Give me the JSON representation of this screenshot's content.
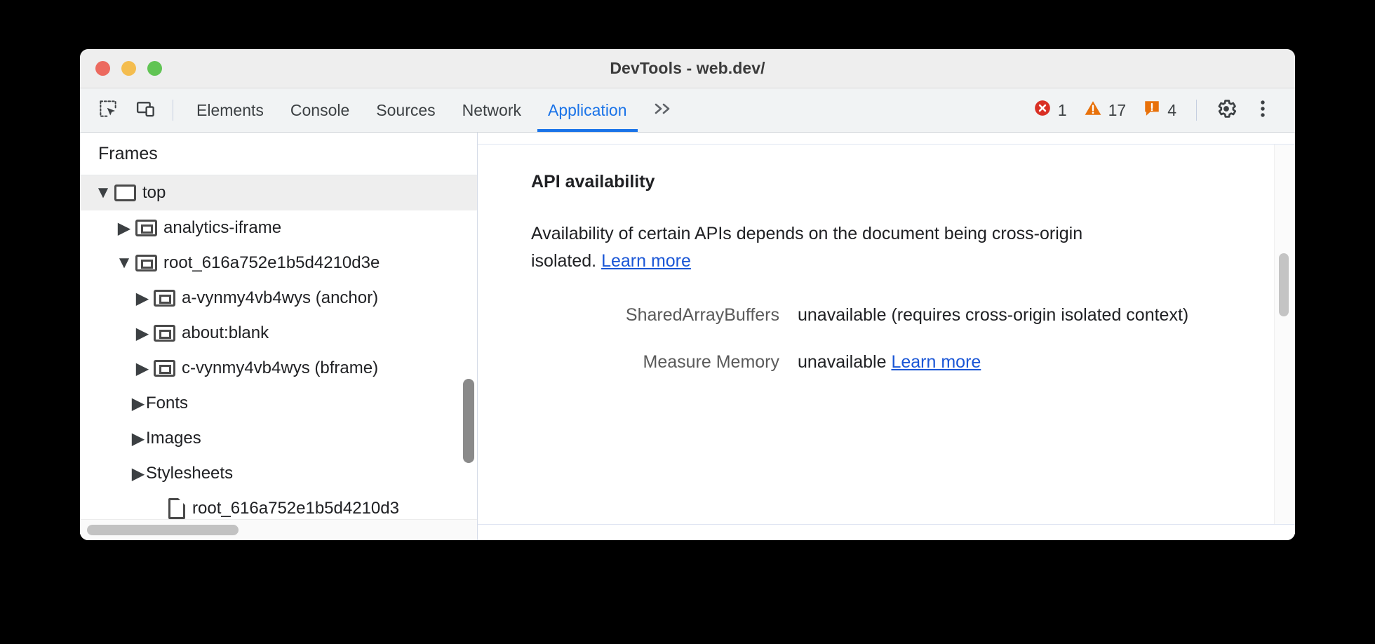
{
  "window": {
    "title": "DevTools - web.dev/",
    "traffic_lights": [
      {
        "name": "close",
        "color": "#ec6a5f"
      },
      {
        "name": "minimize",
        "color": "#f4bd4f"
      },
      {
        "name": "zoom",
        "color": "#61c454"
      }
    ]
  },
  "toolbar": {
    "icons": [
      {
        "name": "inspect-element-icon",
        "label": "Inspect element"
      },
      {
        "name": "device-toolbar-icon",
        "label": "Toggle device toolbar"
      }
    ],
    "tabs": [
      {
        "label": "Elements",
        "active": false
      },
      {
        "label": "Console",
        "active": false
      },
      {
        "label": "Sources",
        "active": false
      },
      {
        "label": "Network",
        "active": false
      },
      {
        "label": "Application",
        "active": true
      }
    ],
    "more_tabs_label": "»",
    "counters": [
      {
        "name": "error-counter",
        "icon": "error-icon",
        "count": "1",
        "color": "#d93025"
      },
      {
        "name": "warning-counter",
        "icon": "warning-icon",
        "count": "17",
        "color": "#e8710a"
      },
      {
        "name": "issue-counter",
        "icon": "issue-icon",
        "count": "4",
        "color": "#e8710a"
      }
    ],
    "settings_label": "Settings",
    "menu_label": "Customize and control DevTools"
  },
  "sidebar": {
    "header": "Frames",
    "tree": [
      {
        "label": "top",
        "indent": 0,
        "twisty": "▼",
        "icon": "frame-icon-top",
        "selected": true
      },
      {
        "label": "analytics-iframe",
        "indent": 1,
        "twisty": "▶",
        "icon": "frame-icon-child",
        "selected": false
      },
      {
        "label": "root_616a752e1b5d4210d3e",
        "indent": 1,
        "twisty": "▼",
        "icon": "frame-icon-child",
        "selected": false
      },
      {
        "label": "a-vynmy4vb4wys (anchor)",
        "indent": 2,
        "twisty": "▶",
        "icon": "frame-icon-child",
        "selected": false
      },
      {
        "label": "about:blank",
        "indent": 2,
        "twisty": "▶",
        "icon": "frame-icon-child",
        "selected": false
      },
      {
        "label": "c-vynmy4vb4wys (bframe)",
        "indent": 2,
        "twisty": "▶",
        "icon": "frame-icon-child",
        "selected": false
      },
      {
        "label": "Fonts",
        "indent": 1,
        "twisty": "▶",
        "icon": "none",
        "selected": false
      },
      {
        "label": "Images",
        "indent": 1,
        "twisty": "▶",
        "icon": "none",
        "selected": false
      },
      {
        "label": "Stylesheets",
        "indent": 1,
        "twisty": "▶",
        "icon": "none",
        "selected": false
      },
      {
        "label": "root_616a752e1b5d4210d3",
        "indent": 2,
        "twisty": " ",
        "icon": "document-icon",
        "selected": false
      }
    ]
  },
  "main": {
    "heading": "API availability",
    "paragraph_before_link": "Availability of certain APIs depends on the document being cross-origin isolated. ",
    "paragraph_link": "Learn more",
    "rows": [
      {
        "key": "SharedArrayBuffers",
        "value": "unavailable",
        "note": "(requires cross-origin isolated context)",
        "link": ""
      },
      {
        "key": "Measure Memory",
        "value": "unavailable",
        "note": "",
        "link": "Learn more"
      }
    ]
  },
  "colors": {
    "accent": "#1a73e8",
    "link": "#1a56d6",
    "error": "#d93025",
    "warning": "#e8710a",
    "selected_row": "#eeeeee"
  }
}
